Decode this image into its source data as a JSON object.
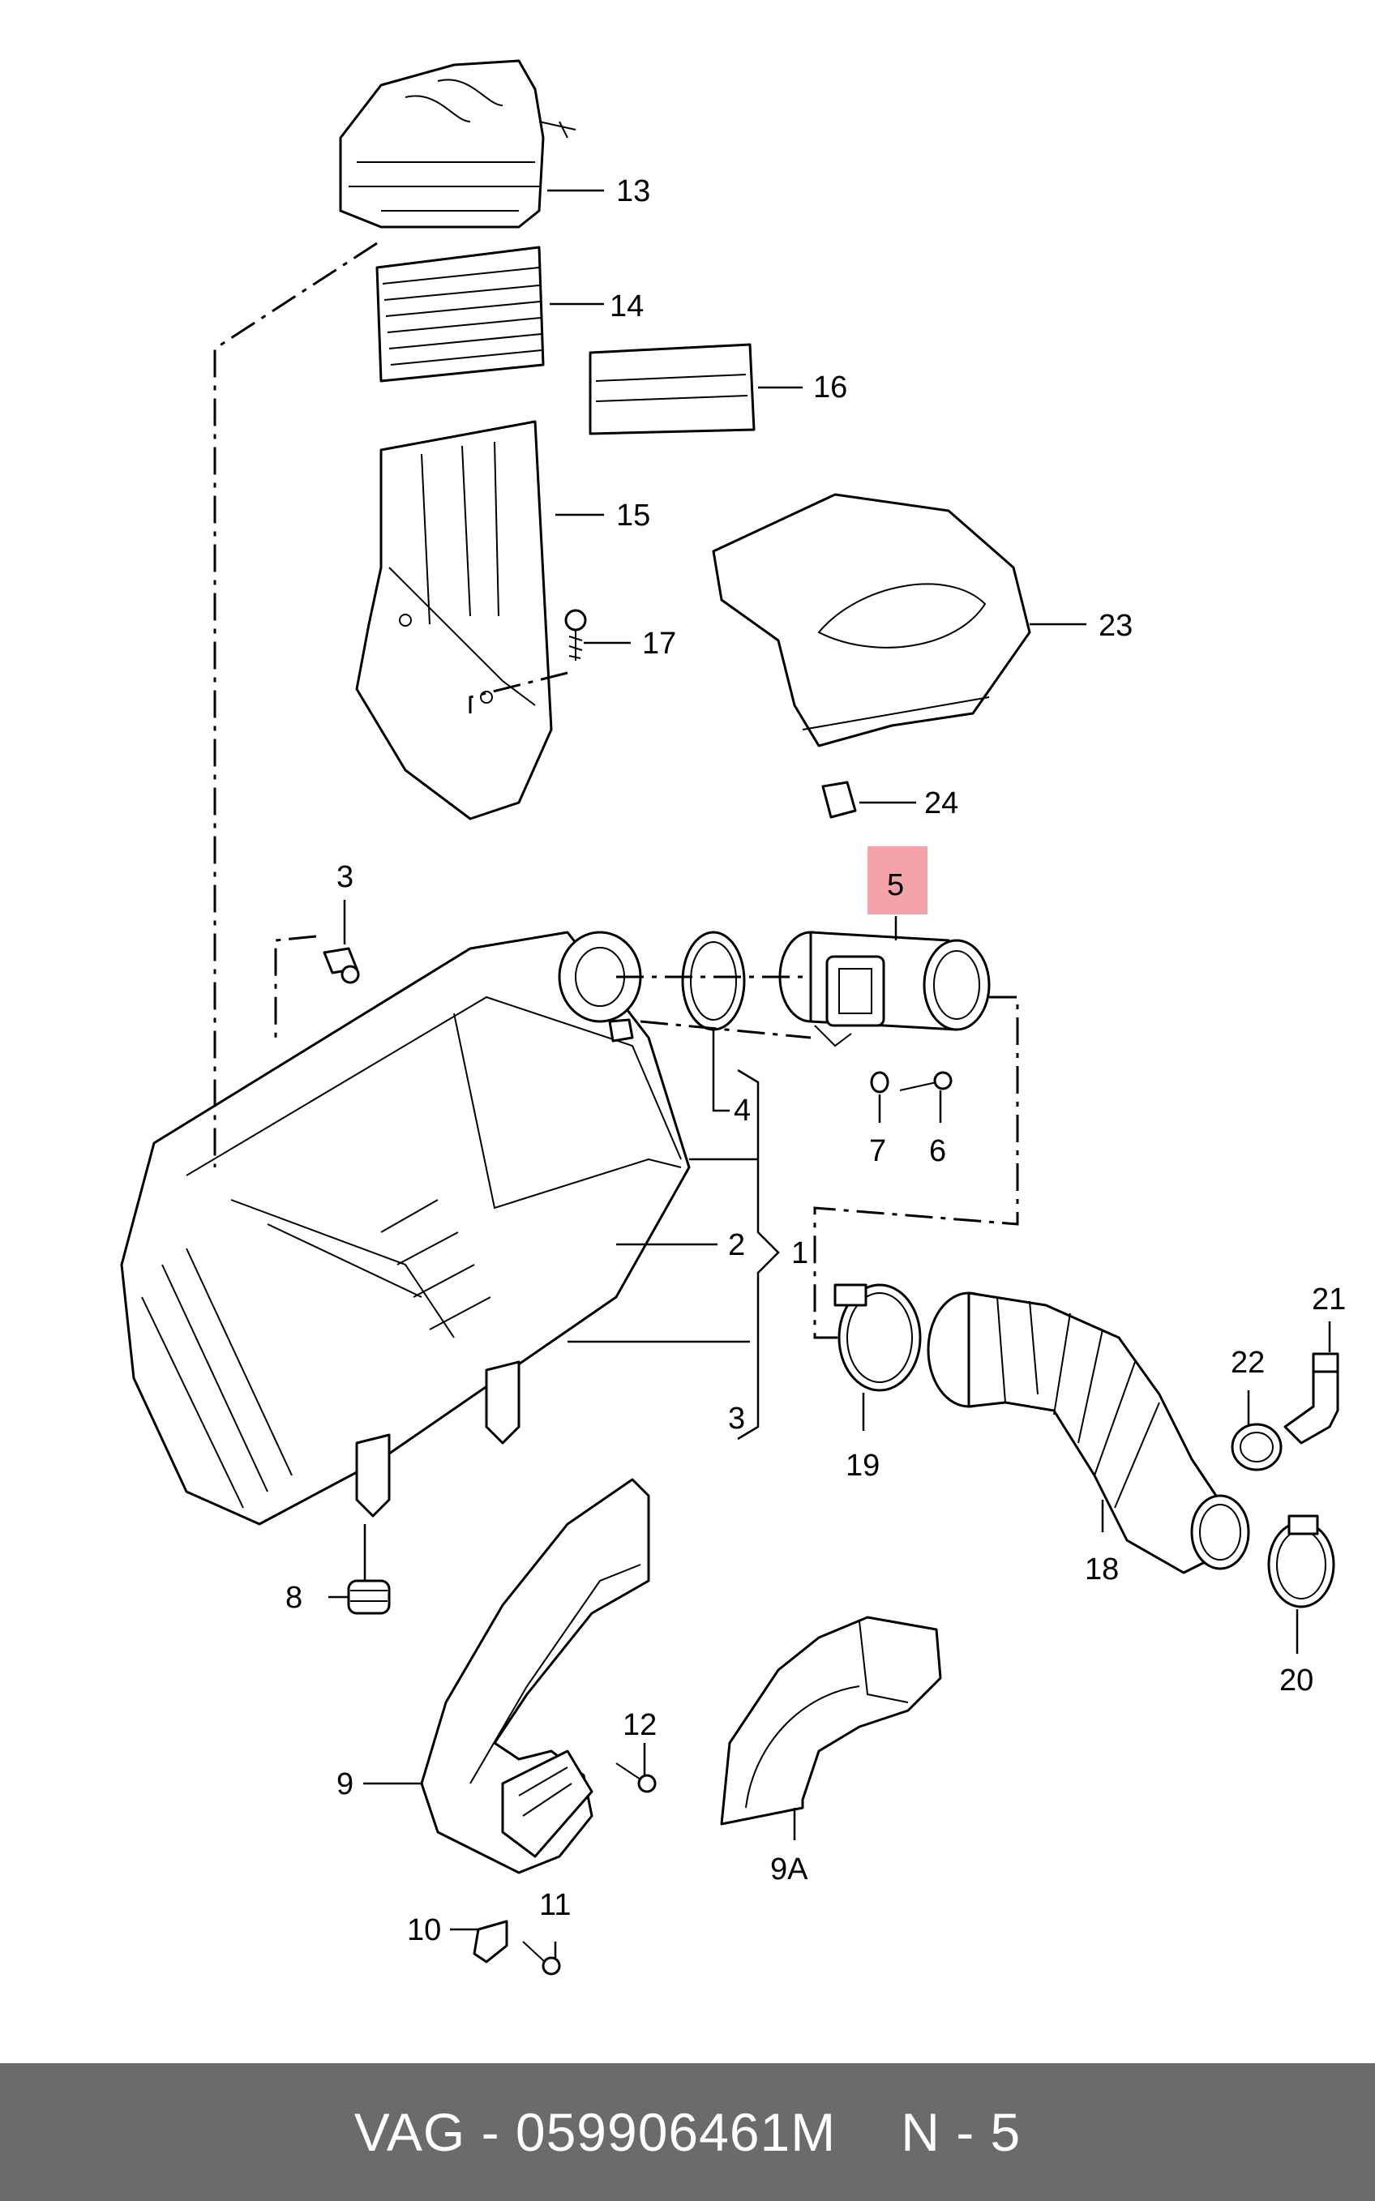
{
  "callouts": {
    "c13": "13",
    "c14": "14",
    "c16": "16",
    "c15": "15",
    "c17": "17",
    "c23": "23",
    "c24": "24",
    "c3a": "3",
    "c5": "5",
    "c4": "4",
    "c7": "7",
    "c6": "6",
    "c1": "1",
    "c2": "2",
    "c3b": "3",
    "c21": "21",
    "c22": "22",
    "c19": "19",
    "c18": "18",
    "c8": "8",
    "c20": "20",
    "c12": "12",
    "c9": "9",
    "c9a": "9A",
    "c10": "10",
    "c11": "11"
  },
  "highlight": {
    "part": "5",
    "color": "#f4a3a8"
  },
  "footer": {
    "brand": "VAG",
    "separator": "-",
    "part_number": "059906461M",
    "position": "N - 5"
  },
  "colors": {
    "footer_bg": "#6b6b6b",
    "footer_text": "#ffffff"
  }
}
